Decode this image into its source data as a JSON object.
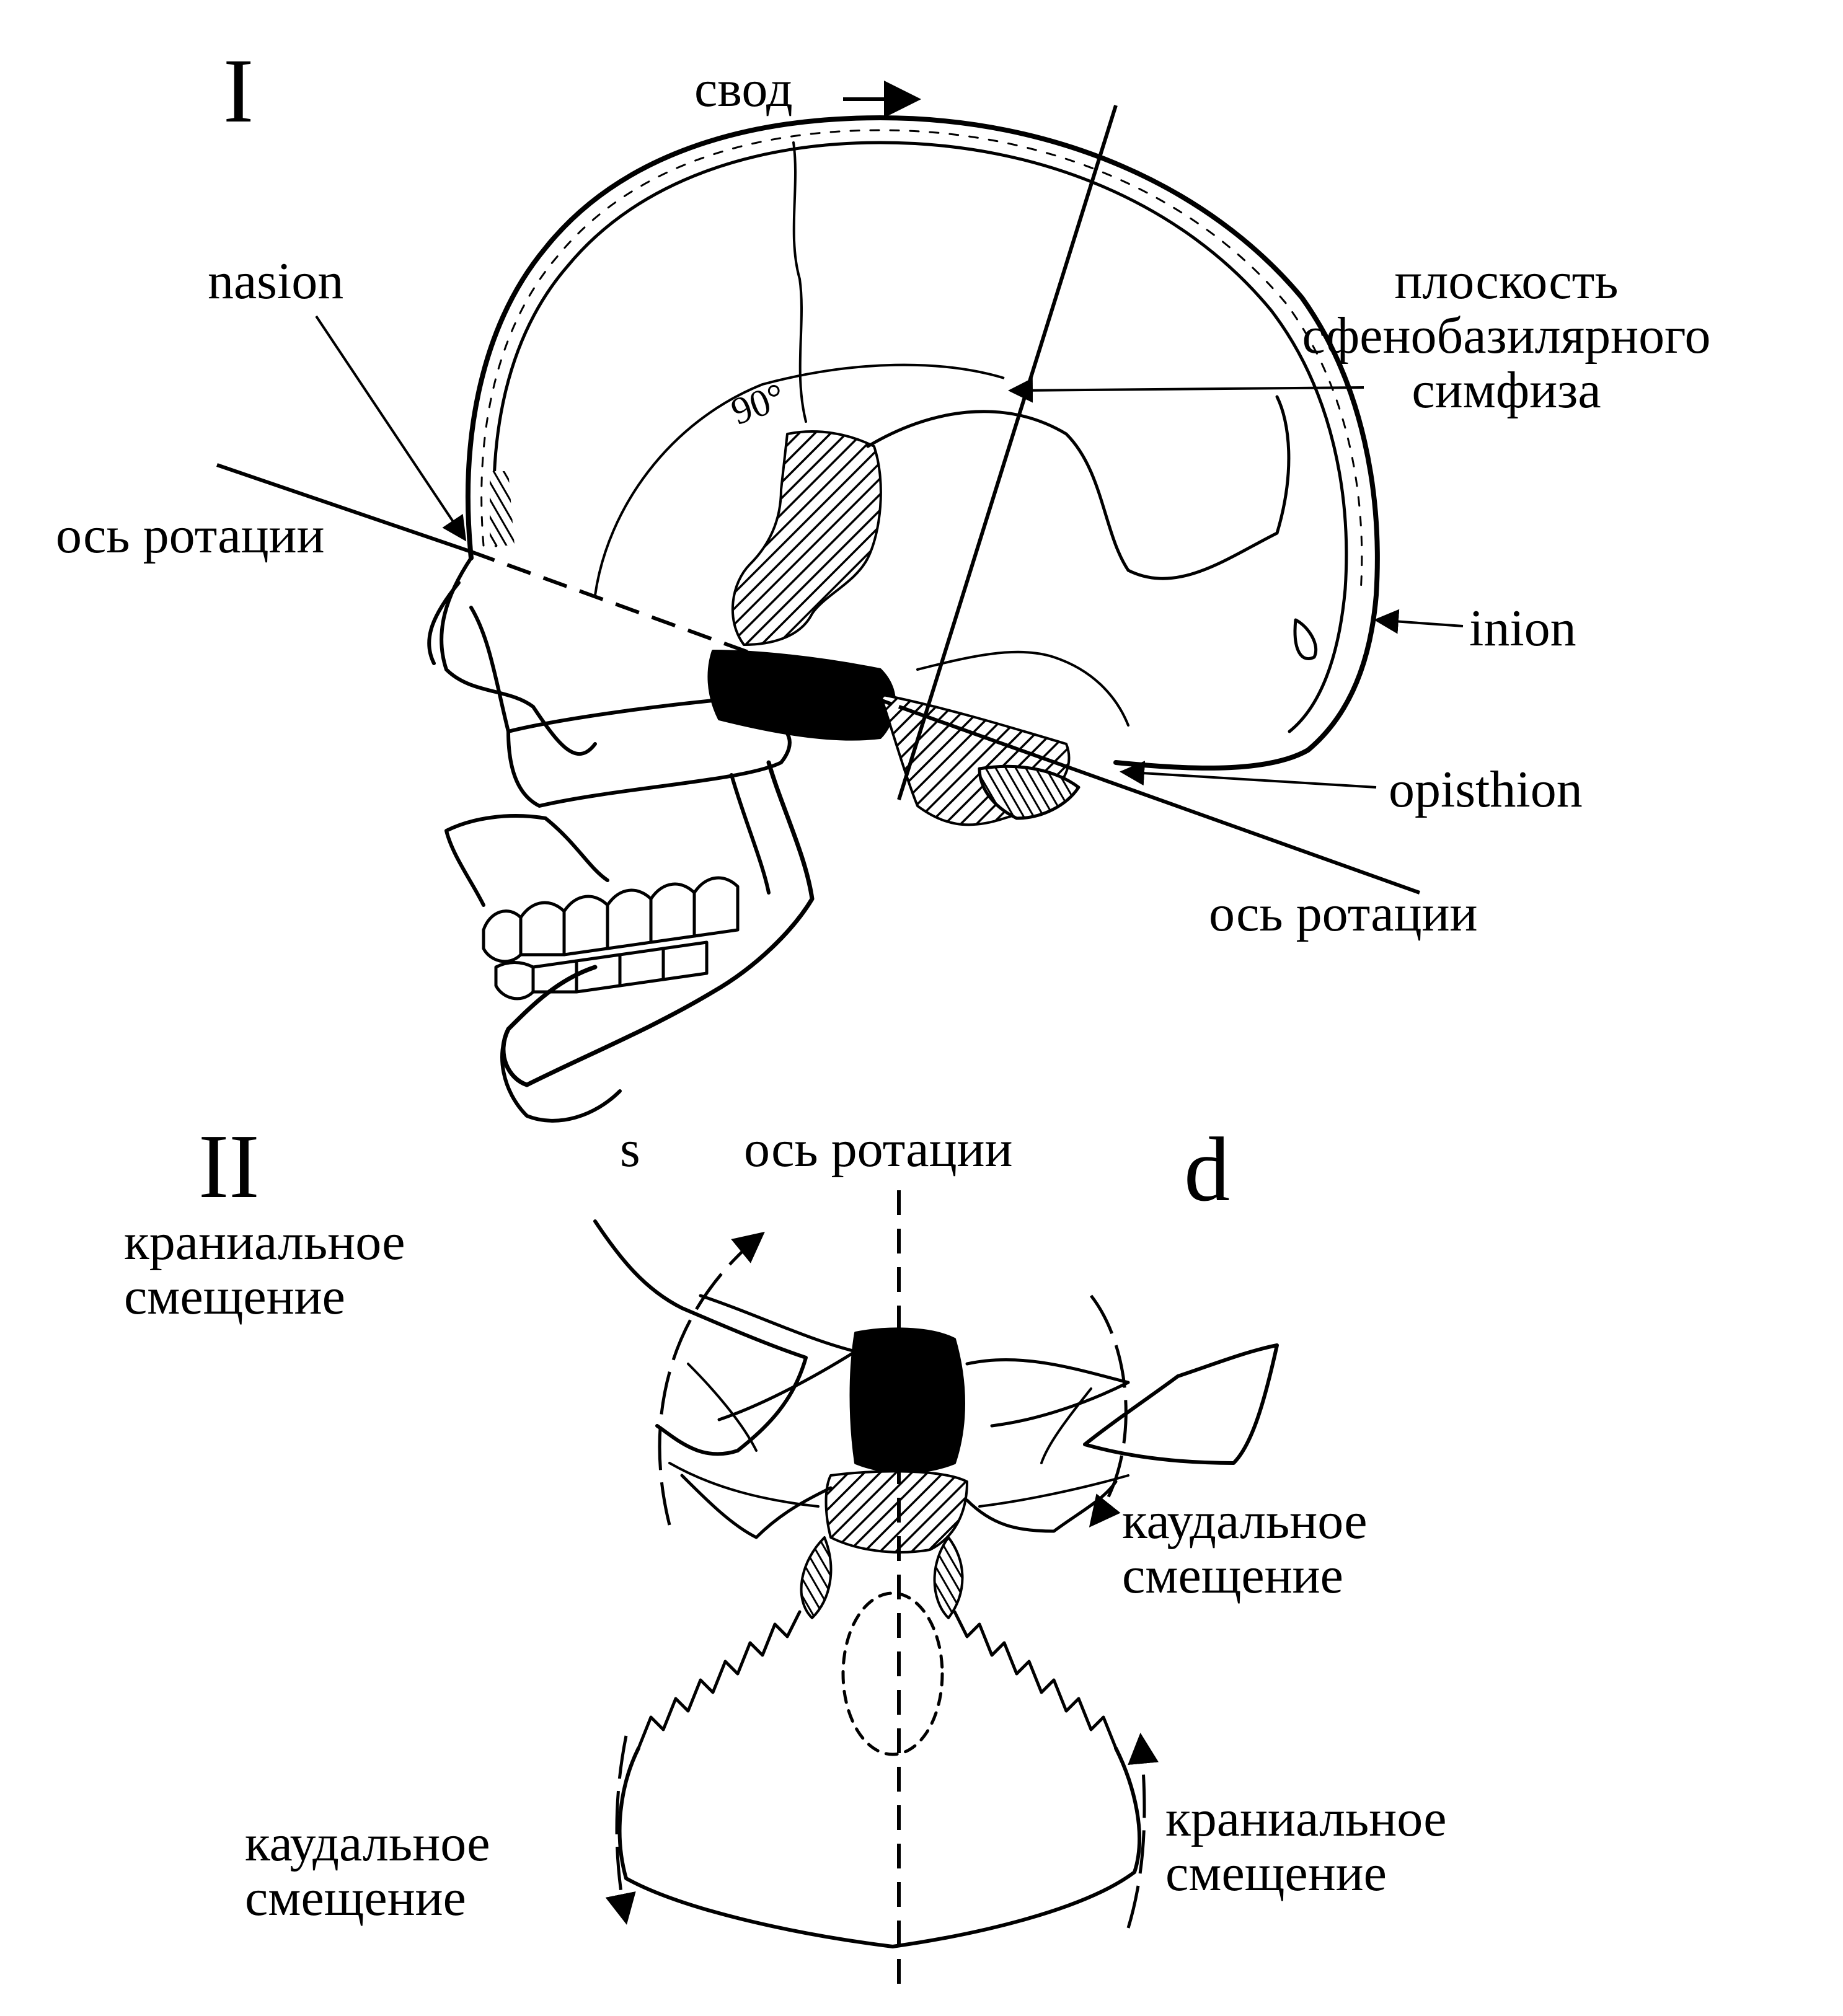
{
  "panel_one": {
    "roman": "I",
    "vault": "свод",
    "nasion": "nasion",
    "sphenobasilar_plane": [
      "плоскость",
      "сфенобазилярного",
      "симфиза"
    ],
    "rotation_axis_left": "ось ротации",
    "inion": "inion",
    "opisthion": "opisthion",
    "rotation_axis_right": "ось ротации",
    "angle": "90°"
  },
  "panel_two": {
    "roman": "II",
    "side_s": "s",
    "side_d": "d",
    "rotation_axis": "ось ротации",
    "cranial_left": [
      "краниальное",
      "смещение"
    ],
    "caudal_right": [
      "каудальное",
      "смещение"
    ],
    "caudal_bottom_left": [
      "каудальное",
      "смещение"
    ],
    "cranial_bottom_right": [
      "краниальное",
      "смещение"
    ]
  }
}
